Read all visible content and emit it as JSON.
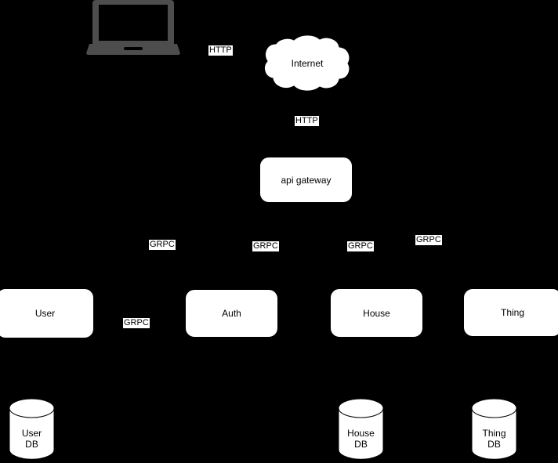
{
  "diagram": {
    "title": "microservice-architecture",
    "background_color": "#000000",
    "node_fill": "#ffffff",
    "node_stroke": "#000000",
    "icon_color": "#4d4d4d",
    "text_color": "#000000"
  },
  "nodes": {
    "client": {
      "icon": "laptop-icon",
      "label": ""
    },
    "internet": {
      "label": "Internet",
      "shape": "cloud"
    },
    "api_gateway": {
      "label": "api gateway",
      "shape": "rounded-rect"
    },
    "user_service": {
      "label": "User",
      "shape": "rounded-rect"
    },
    "auth_service": {
      "label": "Auth",
      "shape": "rounded-rect"
    },
    "house_service": {
      "label": "House",
      "shape": "rounded-rect"
    },
    "thing_service": {
      "label": "Thing",
      "shape": "rounded-rect"
    },
    "user_db": {
      "label": "User\nDB",
      "shape": "cylinder"
    },
    "house_db": {
      "label": "House\nDB",
      "shape": "cylinder"
    },
    "thing_db": {
      "label": "Thing\nDB",
      "shape": "cylinder"
    }
  },
  "edge_labels": {
    "client_to_internet": "HTTP",
    "internet_to_gateway": "HTTP",
    "gateway_to_user": "GRPC",
    "gateway_to_auth": "GRPC",
    "gateway_to_house": "GRPC",
    "gateway_to_thing": "GRPC",
    "user_to_auth": "GRPC"
  }
}
